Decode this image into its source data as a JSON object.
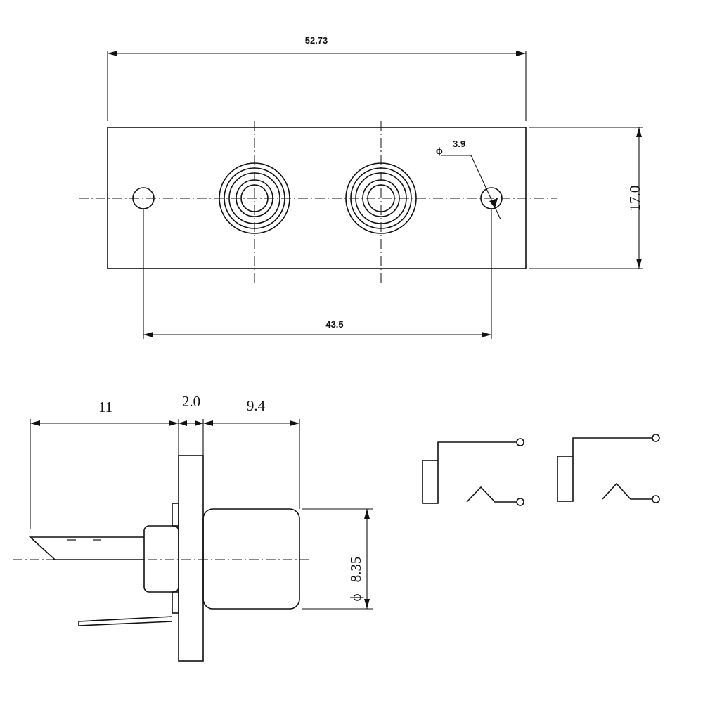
{
  "front_view": {
    "overall_width": "52.73",
    "height": "17.0",
    "hole_spacing": "43.5",
    "hole_diameter_symbol": "ϕ",
    "hole_diameter": "3.9"
  },
  "side_view": {
    "depth_rear": "11",
    "panel_thickness": "2.0",
    "body_length": "9.4",
    "diameter_symbol": "ϕ",
    "body_diameter": "8.35"
  }
}
